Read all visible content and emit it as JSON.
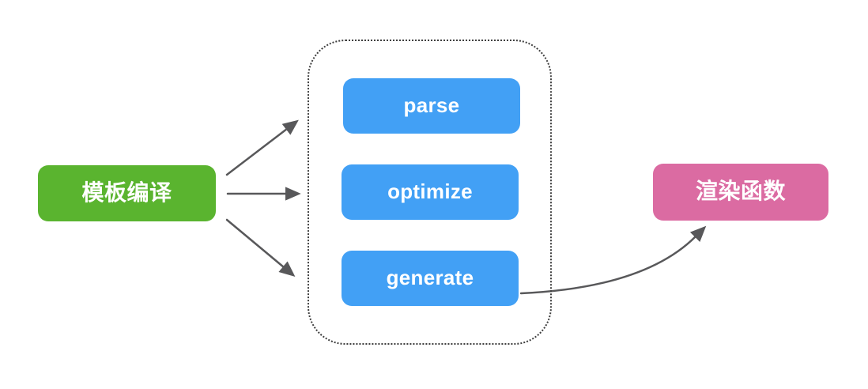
{
  "diagram": {
    "source_node": {
      "label": "模板编译",
      "bg": "#5ab42f",
      "text_color": "#ffffff"
    },
    "pipeline": {
      "steps": [
        {
          "label": "parse"
        },
        {
          "label": "optimize"
        },
        {
          "label": "generate"
        }
      ],
      "step_bg": "#42a0f5",
      "border_style": "dotted",
      "border_color": "#3f3f3f"
    },
    "output_node": {
      "label": "渲染函数",
      "bg": "#db6ba2",
      "text_color": "#ffffff"
    },
    "styles": {
      "canvas_bg": "#ffffff",
      "arrow_color": "#58585a"
    }
  }
}
